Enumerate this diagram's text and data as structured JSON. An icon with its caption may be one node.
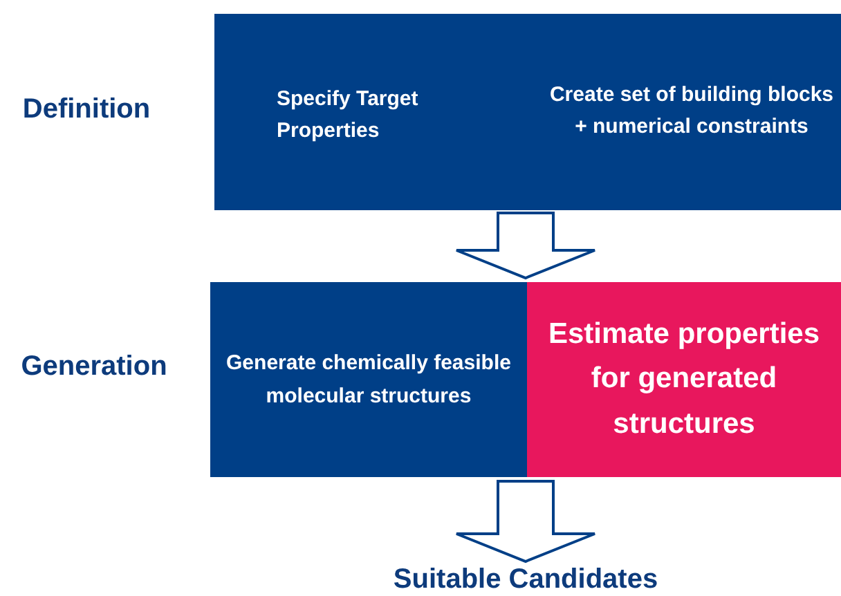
{
  "diagram": {
    "nodes": [
      {
        "text": [
          "Specify Target Properties",
          "Create set of building blocks + numerical constraints"
        ]
      },
      {
        "text": [
          "Generate chemically feasible molecular structures"
        ]
      },
      {
        "text": [
          "Estimate properties for generated structures"
        ]
      },
      {
        "text": [
          "Suitable Candidates"
        ]
      }
    ],
    "edges": [
      {
        "from": 0,
        "to": 1,
        "arrow": "to"
      },
      {
        "from": 2,
        "to": 3,
        "arrow": "to"
      }
    ],
    "labels": [
      "Definition",
      "Generation"
    ]
  }
}
